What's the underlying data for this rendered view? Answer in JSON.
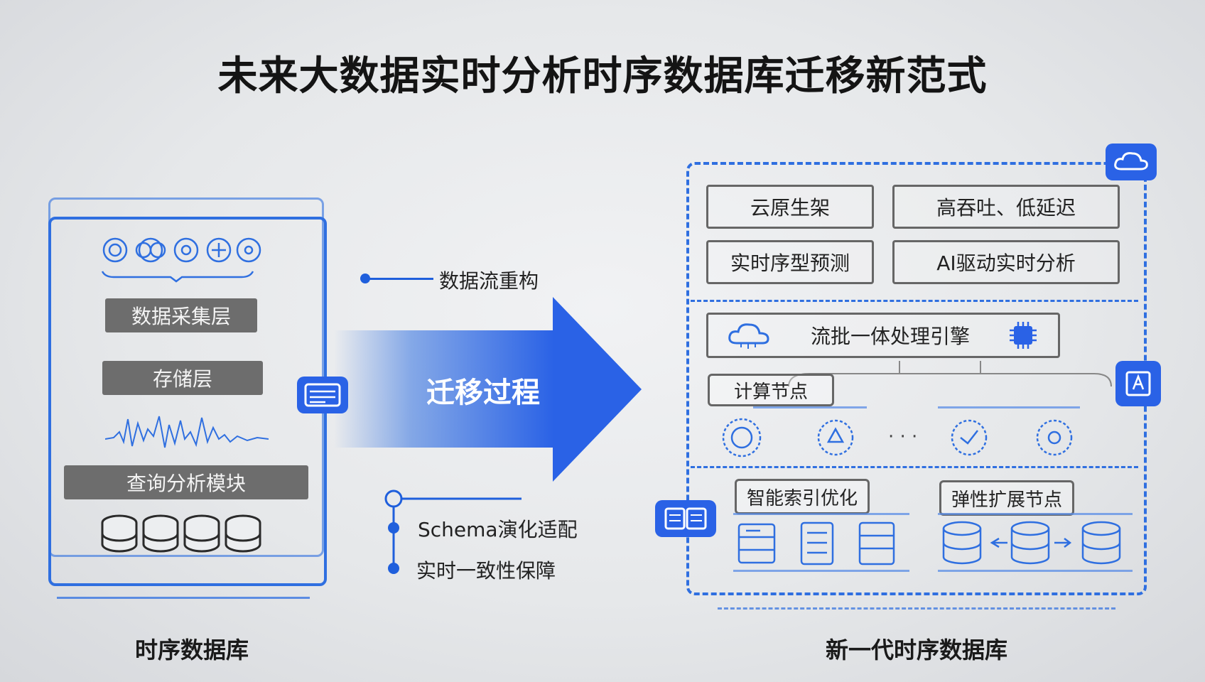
{
  "title": "未来大数据实时分析时序数据库迁移新范式",
  "left": {
    "caption": "时序数据库",
    "layers": [
      "数据采集层",
      "存储层",
      "查询分析模块"
    ]
  },
  "middle": {
    "top_note": "数据流重构",
    "arrow_label": "迁移过程",
    "notes": [
      "Schema演化适配",
      "实时一致性保障"
    ]
  },
  "right": {
    "caption": "新一代时序数据库",
    "features": [
      "云原生架",
      "高吞吐、低延迟",
      "实时序型预测",
      "AI驱动实时分析"
    ],
    "engine": "流批一体处理引擎",
    "node_tag": "计算节点",
    "ellipsis": "· · ·",
    "index_tag": "智能索引优化",
    "scale_tag": "弹性扩展节点"
  },
  "colors": {
    "accent": "#2a62e6",
    "gray": "#6d6d6d"
  }
}
